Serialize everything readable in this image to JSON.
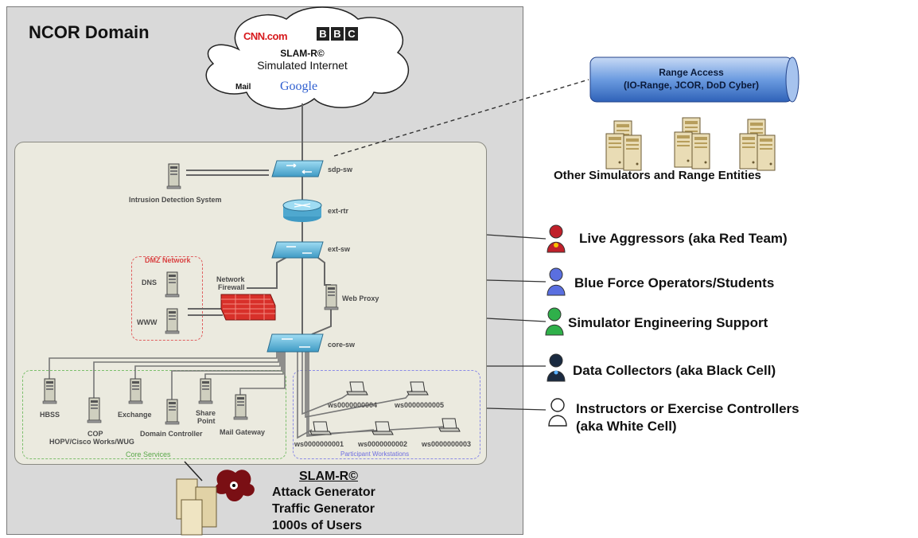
{
  "domain": {
    "title": "NCOR Domain"
  },
  "internet": {
    "cnn": "CNN.com",
    "bbc": [
      "B",
      "B",
      "C"
    ],
    "title": "SLAM-R©",
    "subtitle": "Simulated Internet",
    "mail": "Mail",
    "google": "Google"
  },
  "network": {
    "sdp_sw": "sdp-sw",
    "ids": "Intrusion Detection System",
    "ext_rtr": "ext-rtr",
    "ext_sw": "ext-sw",
    "dmz_title": "DMZ Network",
    "dns": "DNS",
    "www": "WWW",
    "firewall_line1": "Network",
    "firewall_line2": "Firewall",
    "web_proxy": "Web Proxy",
    "core_sw": "core-sw"
  },
  "core_services": {
    "title": "Core Services",
    "hbss": "HBSS",
    "cop_line1": "COP",
    "cop_line2": "HOPV/Cisco Works/WUG",
    "exchange": "Exchange",
    "domain_controller": "Domain Controller",
    "share_line1": "Share",
    "share_line2": "Point",
    "mail_gateway": "Mail Gateway"
  },
  "workstations": {
    "title": "Participant Workstations",
    "ws4": "ws0000000004",
    "ws5": "ws0000000005",
    "ws1": "ws0000000001",
    "ws2": "ws0000000002",
    "ws3": "ws0000000003"
  },
  "slamr": {
    "title": "SLAM-R©",
    "line1": "Attack Generator",
    "line2": "Traffic Generator",
    "line3": "1000s of Users"
  },
  "range": {
    "title": "Range Access",
    "subtitle": "(IO-Range, JCOR, DoD Cyber)",
    "entities": "Other Simulators and Range Entities"
  },
  "roles": [
    {
      "label": "Live Aggressors (aka Red Team)",
      "color": "#c0202a"
    },
    {
      "label": "Blue Force Operators/Students",
      "color": "#5a6fe0"
    },
    {
      "label": "Simulator Engineering Support",
      "color": "#2fb04a"
    },
    {
      "label": "Data Collectors (aka Black Cell)",
      "color": "#1a2a40"
    },
    {
      "label": "Instructors or Exercise Controllers",
      "label2": "(aka White Cell)",
      "color": "#ffffff"
    }
  ]
}
